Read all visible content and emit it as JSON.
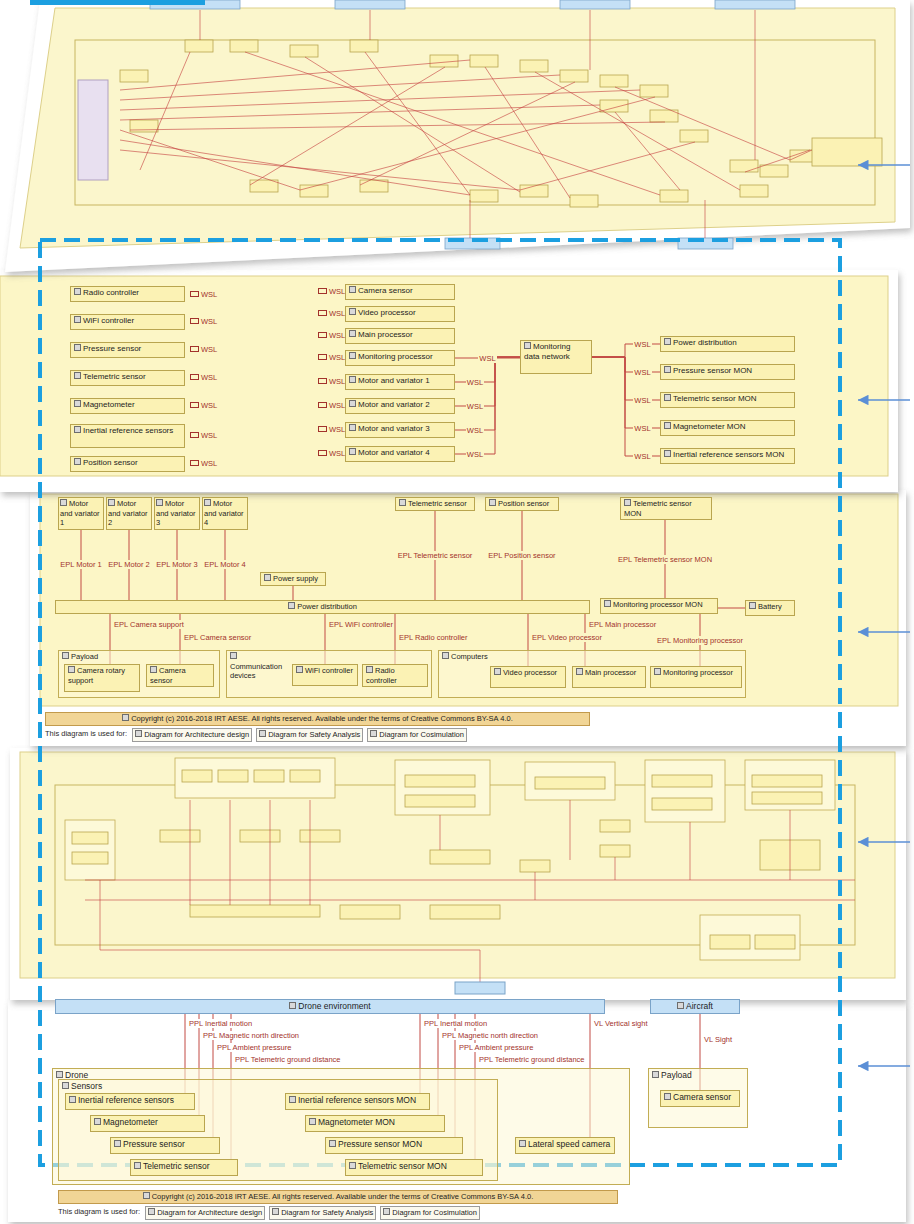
{
  "diagram": {
    "nodes": [
      {
        "text": [
          "Radio controller"
        ]
      },
      {
        "text": [
          "WiFi controller"
        ]
      },
      {
        "text": [
          "Pressure sensor"
        ]
      },
      {
        "text": [
          "Telemetric sensor"
        ]
      },
      {
        "text": [
          "Magnetometer"
        ]
      },
      {
        "text": [
          "Inertial reference sensors"
        ]
      },
      {
        "text": [
          "Position sensor"
        ]
      },
      {
        "text": [
          "Camera sensor"
        ]
      },
      {
        "text": [
          "Video processor"
        ]
      },
      {
        "text": [
          "Main processor"
        ]
      },
      {
        "text": [
          "Monitoring processor"
        ]
      },
      {
        "text": [
          "Motor and variator 1"
        ]
      },
      {
        "text": [
          "Motor and variator 2"
        ]
      },
      {
        "text": [
          "Motor and variator 3"
        ]
      },
      {
        "text": [
          "Motor and variator 4"
        ]
      },
      {
        "text": [
          "Monitoring data network"
        ]
      },
      {
        "text": [
          "Power distribution"
        ]
      },
      {
        "text": [
          "Pressure sensor MON"
        ]
      },
      {
        "text": [
          "Telemetric sensor MON"
        ]
      },
      {
        "text": [
          "Magnetometer MON"
        ]
      },
      {
        "text": [
          "Inertial reference sensors MON"
        ]
      },
      {
        "text": [
          "Motor and variator 1"
        ]
      },
      {
        "text": [
          "Motor and variator 2"
        ]
      },
      {
        "text": [
          "Motor and variator 3"
        ]
      },
      {
        "text": [
          "Motor and variator 4"
        ]
      },
      {
        "text": [
          "Telemetric sensor"
        ]
      },
      {
        "text": [
          "Position sensor"
        ]
      },
      {
        "text": [
          "Telemetric sensor MON"
        ]
      },
      {
        "text": [
          "Power supply"
        ]
      },
      {
        "text": [
          "Power distribution"
        ]
      },
      {
        "text": [
          "Monitoring processor MON"
        ]
      },
      {
        "text": [
          "Battery"
        ]
      },
      {
        "text": [
          "Payload"
        ]
      },
      {
        "text": [
          "Camera rotary support"
        ],
        "in": 32
      },
      {
        "text": [
          "Camera sensor"
        ],
        "in": 32
      },
      {
        "text": [
          "Communication devices"
        ]
      },
      {
        "text": [
          "WiFi controller"
        ],
        "in": 35
      },
      {
        "text": [
          "Radio controller"
        ],
        "in": 35
      },
      {
        "text": [
          "Computers"
        ]
      },
      {
        "text": [
          "Video processor"
        ],
        "in": 38
      },
      {
        "text": [
          "Main processor"
        ],
        "in": 38
      },
      {
        "text": [
          "Monitoring processor"
        ],
        "in": 38
      },
      {
        "text": [
          "Copyright (c) 2016-2018 IRT AESE. All rights reserved. Available under the terms of Creative Commons BY-SA 4.0."
        ]
      },
      {
        "text": [
          "Diagram for Architecture design"
        ]
      },
      {
        "text": [
          "Diagram for Safety Analysis"
        ]
      },
      {
        "text": [
          "Diagram for Cosimulation"
        ]
      },
      {
        "text": [
          "Drone environment"
        ]
      },
      {
        "text": [
          "Aircraft"
        ]
      },
      {
        "text": [
          "Drone"
        ]
      },
      {
        "text": [
          "Sensors"
        ],
        "in": 48
      },
      {
        "text": [
          "Inertial reference sensors"
        ],
        "in": 49
      },
      {
        "text": [
          "Magnetometer"
        ],
        "in": 49
      },
      {
        "text": [
          "Pressure sensor"
        ],
        "in": 49
      },
      {
        "text": [
          "Telemetric sensor"
        ],
        "in": 49
      },
      {
        "text": [
          "Inertial reference sensors MON"
        ],
        "in": 49
      },
      {
        "text": [
          "Magnetometer MON"
        ],
        "in": 49
      },
      {
        "text": [
          "Pressure sensor MON"
        ],
        "in": 49
      },
      {
        "text": [
          "Telemetric sensor MON"
        ],
        "in": 49
      },
      {
        "text": [
          "Lateral speed camera"
        ],
        "in": 48
      },
      {
        "text": [
          "Payload"
        ]
      },
      {
        "text": [
          "Camera sensor"
        ],
        "in": 59
      },
      {
        "text": [
          "Copyright (c) 2016-2018 IRT AESE. All rights reserved. Available under the terms of Creative Commons BY-SA 4.0."
        ]
      },
      {
        "text": [
          "Diagram for Architecture design"
        ]
      },
      {
        "text": [
          "Diagram for Safety Analysis"
        ]
      },
      {
        "text": [
          "Diagram for Cosimulation"
        ]
      }
    ],
    "edges": [
      {
        "from": 10,
        "to": 15,
        "arrow": "none",
        "label": "WSL"
      },
      {
        "from": 11,
        "to": 15,
        "arrow": "none",
        "label": "WSL"
      },
      {
        "from": 12,
        "to": 15,
        "arrow": "none",
        "label": "WSL"
      },
      {
        "from": 13,
        "to": 15,
        "arrow": "none",
        "label": "WSL"
      },
      {
        "from": 14,
        "to": 15,
        "arrow": "none",
        "label": "WSL"
      },
      {
        "from": 15,
        "to": 16,
        "arrow": "none",
        "label": "WSL"
      },
      {
        "from": 15,
        "to": 17,
        "arrow": "none",
        "label": "WSL"
      },
      {
        "from": 15,
        "to": 18,
        "arrow": "none",
        "label": "WSL"
      },
      {
        "from": 15,
        "to": 19,
        "arrow": "none",
        "label": "WSL"
      },
      {
        "from": 15,
        "to": 20,
        "arrow": "none",
        "label": "WSL"
      },
      {
        "from": 29,
        "to": 21,
        "arrow": "none",
        "label": "EPL Motor 1"
      },
      {
        "from": 29,
        "to": 22,
        "arrow": "none",
        "label": "EPL Motor 2"
      },
      {
        "from": 29,
        "to": 23,
        "arrow": "none",
        "label": "EPL Motor 3"
      },
      {
        "from": 29,
        "to": 24,
        "arrow": "none",
        "label": "EPL Motor 4"
      },
      {
        "from": 29,
        "to": 25,
        "arrow": "none",
        "label": "EPL Telemetric sensor"
      },
      {
        "from": 29,
        "to": 26,
        "arrow": "none",
        "label": "EPL Position sensor"
      },
      {
        "from": 28,
        "to": 29,
        "arrow": "none"
      },
      {
        "from": 30,
        "to": 27,
        "arrow": "none",
        "label": "EPL Telemetric sensor MON"
      },
      {
        "from": 31,
        "to": 30,
        "arrow": "none"
      },
      {
        "from": 29,
        "to": 33,
        "arrow": "none",
        "label": "EPL Camera support"
      },
      {
        "from": 29,
        "to": 34,
        "arrow": "none",
        "label": "EPL Camera sensor"
      },
      {
        "from": 29,
        "to": 36,
        "arrow": "none",
        "label": "EPL WiFi controller"
      },
      {
        "from": 29,
        "to": 37,
        "arrow": "none",
        "label": "EPL Radio controller"
      },
      {
        "from": 29,
        "to": 39,
        "arrow": "none",
        "label": "EPL Video processor"
      },
      {
        "from": 29,
        "to": 40,
        "arrow": "none",
        "label": "EPL Main processor"
      },
      {
        "from": 30,
        "to": 41,
        "arrow": "none",
        "label": "EPL Monitoring processor"
      },
      {
        "from": 46,
        "to": 50,
        "arrow": "none",
        "label": "PPL Inertial motion"
      },
      {
        "from": 46,
        "to": 51,
        "arrow": "none",
        "label": "PPL Magnetic north direction"
      },
      {
        "from": 46,
        "to": 52,
        "arrow": "none",
        "label": "PPL Ambient pressure"
      },
      {
        "from": 46,
        "to": 53,
        "arrow": "none",
        "label": "PPL Telemetric ground distance"
      },
      {
        "from": 46,
        "to": 54,
        "arrow": "none",
        "label": "PPL Inertial motion"
      },
      {
        "from": 46,
        "to": 55,
        "arrow": "none",
        "label": "PPL Magnetic north direction"
      },
      {
        "from": 46,
        "to": 56,
        "arrow": "none",
        "label": "PPL Ambient pressure"
      },
      {
        "from": 46,
        "to": 57,
        "arrow": "none",
        "label": "PPL Telemetric ground distance"
      },
      {
        "from": 46,
        "to": 58,
        "arrow": "none",
        "label": "VL Vertical sight"
      },
      {
        "from": 47,
        "to": 60,
        "arrow": "none",
        "label": "VL Sight"
      }
    ],
    "labels": [
      "WSL",
      "WSL",
      "WSL",
      "WSL",
      "WSL",
      "WSL",
      "WSL",
      "WSL",
      "WSL",
      "WSL",
      "WSL",
      "WSL",
      "WSL",
      "WSL",
      "WSL",
      "This diagram is used for:",
      "This diagram is used for:"
    ]
  }
}
